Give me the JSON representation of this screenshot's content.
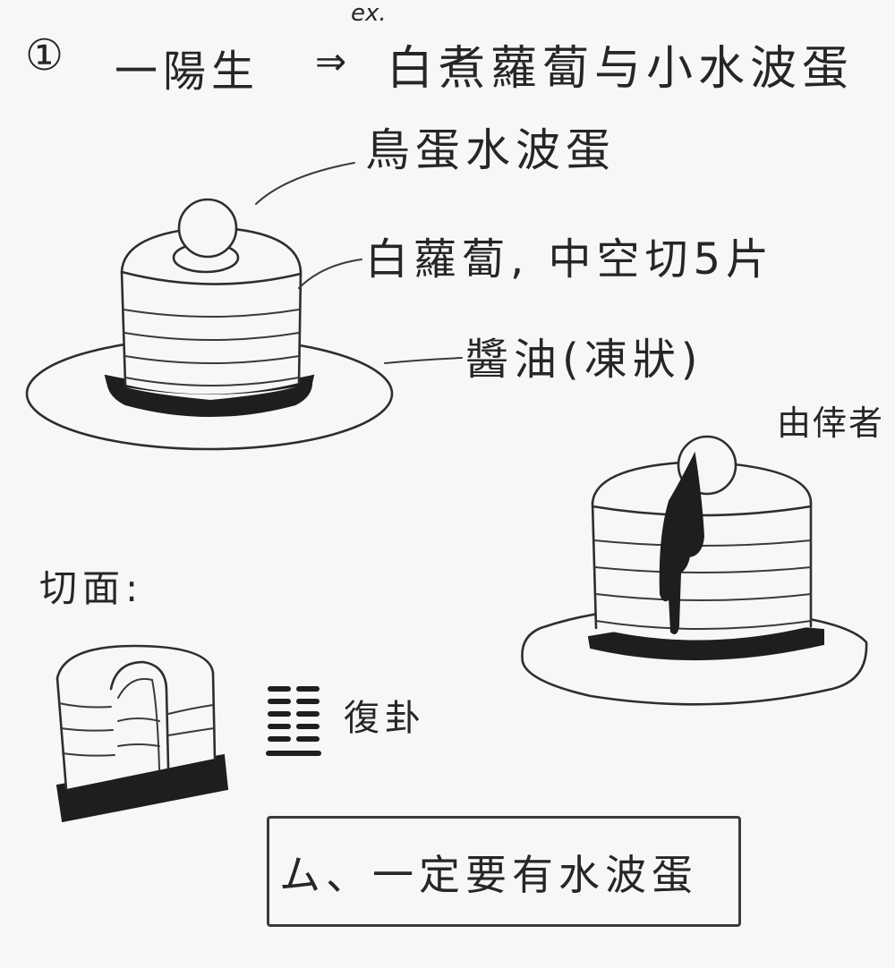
{
  "title": {
    "number": "①",
    "hexagram_name": "一陽生",
    "arrow": "⇒",
    "example_mark": "ex.",
    "dish": "白煮蘿蔔与小水波蛋"
  },
  "labels": {
    "egg": "鳥蛋水波蛋",
    "radish": "白蘿蔔, 中空切5片",
    "sauce": "醬油(凍狀)",
    "pour": "由倖者"
  },
  "section": {
    "cross_section": "切面:",
    "hexagram": "復卦"
  },
  "note": "ム、一定要有水波蛋"
}
